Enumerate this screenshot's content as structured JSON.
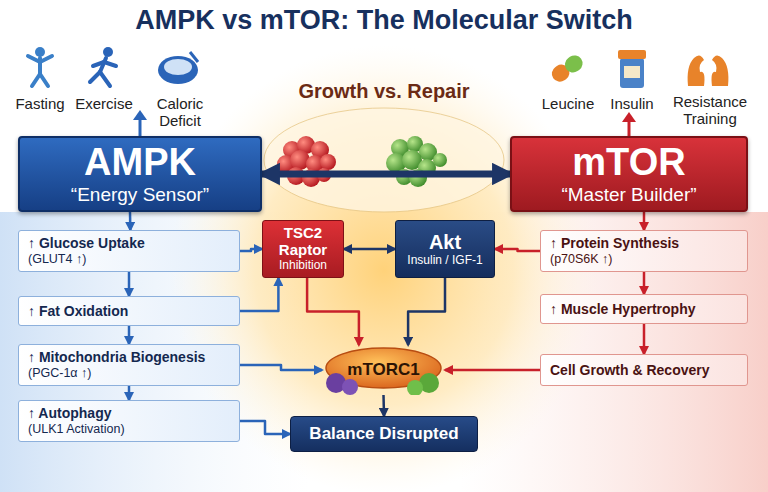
{
  "diagram": {
    "title": "AMPK vs mTOR: The Molecular Switch",
    "nodes": [
      {
        "text": [
          "AMPK",
          "“Energy Sensor”"
        ]
      },
      {
        "text": [
          "mTOR",
          "“Master Builder”"
        ]
      },
      {
        "text": [
          "↑ Glucose Uptake",
          "(GLUT4 ↑)"
        ]
      },
      {
        "text": [
          "↑ Fat Oxidation"
        ]
      },
      {
        "text": [
          "↑ Mitochondria Biogenesis",
          "(PGC-1α ↑)"
        ]
      },
      {
        "text": [
          "↑ Autophagy",
          "(ULK1 Activation)"
        ]
      },
      {
        "text": [
          "↑ Protein Synthesis",
          "(p70S6K ↑)"
        ]
      },
      {
        "text": [
          "↑ Muscle Hypertrophy"
        ]
      },
      {
        "text": [
          "Cell Growth & Recovery"
        ]
      },
      {
        "text": [
          "TSC2 Raptor",
          "Inhibition"
        ]
      },
      {
        "text": [
          "Akt",
          "Insulin / IGF-1"
        ]
      },
      {
        "text": [
          "mTORC1"
        ]
      },
      {
        "text": [
          "Balance Disrupted"
        ]
      }
    ],
    "edges": [
      {
        "from": 0,
        "to": 1,
        "arrow": "both"
      },
      {
        "from": 0,
        "to": 2,
        "arrow": "to"
      },
      {
        "from": 2,
        "to": 3,
        "arrow": "to"
      },
      {
        "from": 3,
        "to": 4,
        "arrow": "to"
      },
      {
        "from": 4,
        "to": 5,
        "arrow": "to"
      },
      {
        "from": 1,
        "to": 6,
        "arrow": "to"
      },
      {
        "from": 6,
        "to": 7,
        "arrow": "to"
      },
      {
        "from": 7,
        "to": 8,
        "arrow": "to"
      },
      {
        "from": 2,
        "to": 9,
        "arrow": "to"
      },
      {
        "from": 3,
        "to": 9,
        "arrow": "to"
      },
      {
        "from": 4,
        "to": 11,
        "arrow": "to"
      },
      {
        "from": 5,
        "to": 12,
        "arrow": "to"
      },
      {
        "from": 9,
        "to": 10,
        "arrow": "both"
      },
      {
        "from": 9,
        "to": 11,
        "arrow": "to"
      },
      {
        "from": 10,
        "to": 11,
        "arrow": "to"
      },
      {
        "from": 6,
        "to": 10,
        "arrow": "to"
      },
      {
        "from": 8,
        "to": 11,
        "arrow": "to"
      },
      {
        "from": 11,
        "to": 12,
        "arrow": "to"
      }
    ],
    "labels": [
      "Fasting",
      "Exercise",
      "Caloric Deficit",
      "Leucine",
      "Insulin",
      "Resistance Training",
      "Growth vs. Repair"
    ]
  }
}
